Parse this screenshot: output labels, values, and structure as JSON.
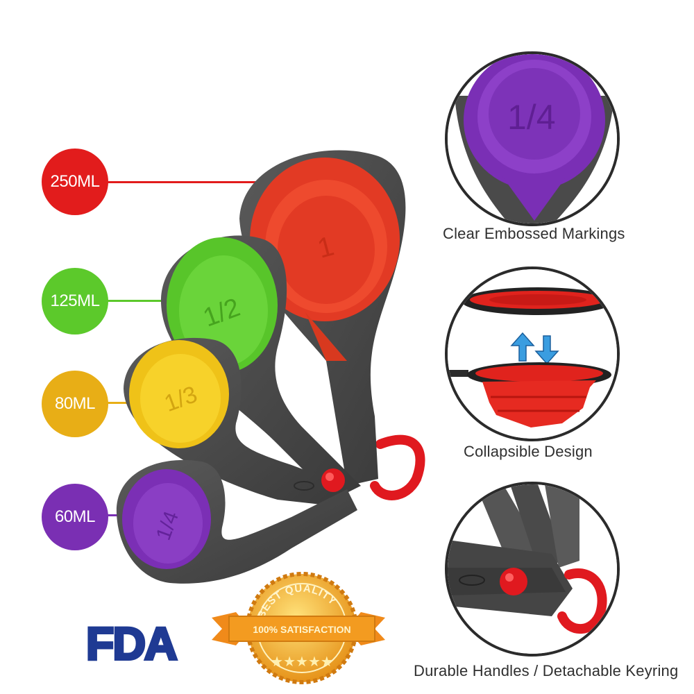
{
  "sizes": [
    {
      "label": "250ML",
      "color": "#e21c1c"
    },
    {
      "label": "125ML",
      "color": "#5cc92b"
    },
    {
      "label": "80ML",
      "color": "#e8ae16"
    },
    {
      "label": "60ML",
      "color": "#7a2fb3"
    }
  ],
  "cups": {
    "red_marking": "1",
    "green_marking": "1/2",
    "yellow_marking": "1/3",
    "purple_marking": "1/4"
  },
  "features": [
    {
      "caption": "Clear Embossed Markings",
      "icon": "embossed-marking-closeup"
    },
    {
      "caption": "Collapsible Design",
      "icon": "collapsible-cup-closeup"
    },
    {
      "caption": "Durable Handles / Detachable Keyring",
      "icon": "keyring-closeup"
    }
  ],
  "closeup_marking": "1/4",
  "fda_logo": "FDA",
  "quality_seal": {
    "top_text": "BEST QUALITY",
    "ribbon_text": "100% SATISFACTION"
  },
  "colors": {
    "red": "#e02b1f",
    "green": "#5cc92b",
    "yellow": "#f0c418",
    "purple": "#7a2fb3",
    "handle": "#4a4a4a",
    "fda_blue": "#1f3a93",
    "seal_orange": "#f0a020"
  }
}
